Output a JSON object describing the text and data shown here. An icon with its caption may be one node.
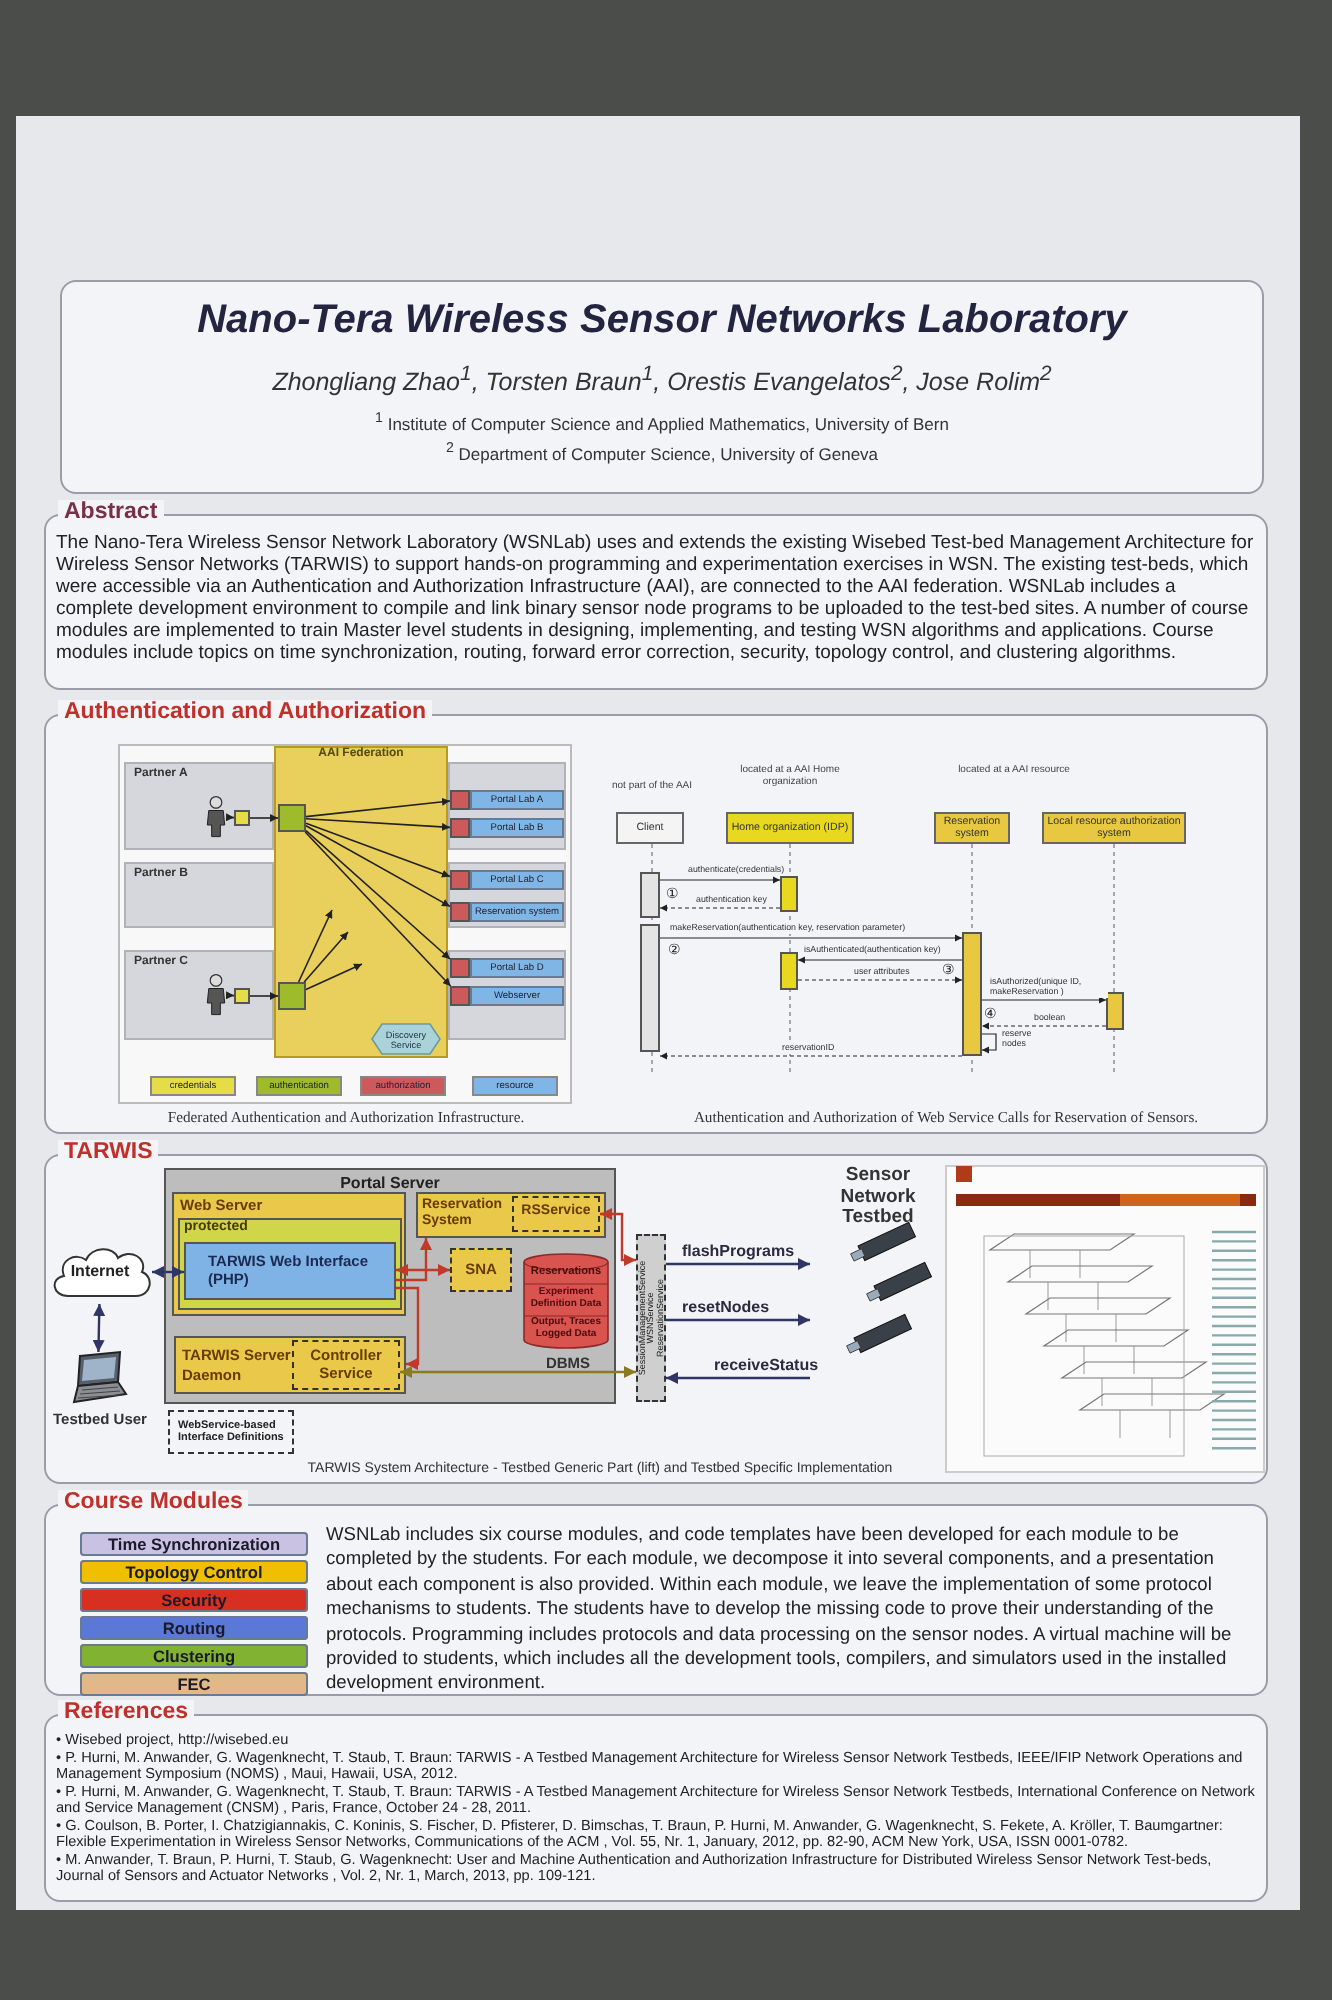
{
  "diagram": {
    "nodes": [
      {
        "text": [
          "Nano-Tera Wireless Sensor Networks Laboratory",
          "Zhongliang Zhao$^{1}$, Torsten Braun$^{1}$, Orestis Evangelatos$^{2}$, Jose Rolim$^{2}$",
          "$^{1}$ Institute of Computer Science and Applied Mathematics, University of Bern",
          "$^{2}$ Department of Computer Science, University of Geneva"
        ]
      },
      {
        "text": [
          "Abstract",
          "The Nano-Tera Wireless Sensor Network Laboratory (WSNLab) uses and extends the existing Wisebed Test-bed Management Architecture for Wireless Sensor Networks (TARWIS) to support hands-on programming and experimentation exercises in WSN. The existing test-beds, which were accessible via an Authentication and Authorization Infrastructure (AAI), are connected to the AAI federation. WSNLab includes a complete development environment to compile and link binary sensor node programs to be uploaded to the test-bed sites. A number of course modules are implemented to train Master level students in designing, implementing, and testing WSN algorithms and applications. Course modules include topics on time synchronization, routing, forward error correction, security, topology control, and clustering algorithms."
        ]
      },
      {
        "text": [
          "Authentication and Authorization"
        ]
      },
      {
        "text": [
          "Partner A"
        ],
        "in": 2
      },
      {
        "text": [
          "Partner B"
        ],
        "in": 2
      },
      {
        "text": [
          "Partner C"
        ],
        "in": 2
      },
      {
        "text": [
          "AAI Federation"
        ],
        "in": 2
      },
      {
        "text": [],
        "shape": "person",
        "in": 3
      },
      {
        "text": [],
        "shape": "box",
        "in": 3
      },
      {
        "text": [],
        "shape": "box",
        "in": 6
      },
      {
        "text": [],
        "shape": "person",
        "in": 5
      },
      {
        "text": [],
        "shape": "box",
        "in": 5
      },
      {
        "text": [],
        "shape": "box",
        "in": 6
      },
      {
        "text": [],
        "shape": "box",
        "in": 2
      },
      {
        "text": [],
        "shape": "box",
        "in": 2
      },
      {
        "text": [],
        "shape": "box",
        "in": 2
      },
      {
        "text": [],
        "shape": "box",
        "in": 2
      },
      {
        "text": [],
        "shape": "box",
        "in": 2
      },
      {
        "text": [],
        "shape": "box",
        "in": 2
      },
      {
        "text": [
          "Portal Lab A"
        ],
        "in": 2
      },
      {
        "text": [
          "Portal Lab B"
        ],
        "in": 2
      },
      {
        "text": [
          "Portal Lab C"
        ],
        "in": 2
      },
      {
        "text": [
          "Reservation system"
        ],
        "in": 2
      },
      {
        "text": [
          "Portal Lab D"
        ],
        "in": 2
      },
      {
        "text": [
          "Webserver"
        ],
        "in": 2
      },
      {
        "text": [
          "Discovery Service"
        ],
        "in": 6
      },
      {
        "text": [
          "Client"
        ],
        "in": 2,
        "beside": [
          "not part of the AAI"
        ]
      },
      {
        "text": [
          "Home organization (IDP)"
        ],
        "in": 2,
        "beside": [
          "located at a AAI Home organization"
        ]
      },
      {
        "text": [
          "Reservation system"
        ],
        "in": 2,
        "beside": [
          "located at a AAI resource"
        ]
      },
      {
        "text": [
          "Local resource authorization system"
        ],
        "in": 2
      },
      {
        "text": [],
        "shape": "bar",
        "in": 2
      },
      {
        "text": [],
        "shape": "bar",
        "in": 2
      },
      {
        "text": [],
        "shape": "bar",
        "in": 2
      },
      {
        "text": [],
        "shape": "bar",
        "in": 2
      },
      {
        "text": [],
        "shape": "bar",
        "in": 2
      },
      {
        "text": [],
        "shape": "bar",
        "in": 2
      },
      {
        "text": [
          "TARWIS"
        ]
      },
      {
        "text": [
          "Portal Server"
        ],
        "in": 36
      },
      {
        "text": [
          "Web Server"
        ],
        "in": 37
      },
      {
        "text": [
          "protected"
        ],
        "in": 38
      },
      {
        "text": [
          "TARWIS Web Interface (PHP)"
        ],
        "in": 39
      },
      {
        "text": [
          "Reservation System"
        ],
        "in": 37
      },
      {
        "text": [
          "RSService"
        ],
        "in": 41
      },
      {
        "text": [
          "SNA"
        ],
        "in": 37
      },
      {
        "text": [
          "Reservations",
          "Experiment Definition Data",
          "Output, Traces Logged Data"
        ],
        "in": 37,
        "beside": [
          "DBMS"
        ]
      },
      {
        "text": [
          "TARWIS Server Daemon"
        ],
        "in": 37
      },
      {
        "text": [
          "Controller Service"
        ],
        "in": 45
      },
      {
        "text": [
          "Internet"
        ],
        "in": 36
      },
      {
        "text": [],
        "shape": "picture",
        "in": 36,
        "beside": [
          "Testbed User"
        ]
      },
      {
        "text": [
          "SessionManagementService",
          "WSNService",
          "ReservationService"
        ],
        "in": 36
      },
      {
        "text": [
          "Sensor Network Testbed"
        ],
        "in": 36
      },
      {
        "text": [
          "Course Modules",
          "WSNLab includes six course modules, and code templates have been developed for each module to be completed by the students. For each module, we decompose it into several components, and a presentation about each component is also provided. Within each module, we leave the implementation of some protocol mechanisms to students. The students have to develop the missing code to prove their understanding of the protocols. Programming includes protocols and data processing on the sensor nodes. A virtual machine will be provided to students, which includes all the development tools, compilers, and simulators used in the installed development environment."
        ]
      },
      {
        "text": [
          "Time Synchronization"
        ],
        "in": 51
      },
      {
        "text": [
          "Topology Control"
        ],
        "in": 51
      },
      {
        "text": [
          "Security"
        ],
        "in": 51
      },
      {
        "text": [
          "Routing"
        ],
        "in": 51
      },
      {
        "text": [
          "Clustering"
        ],
        "in": 51
      },
      {
        "text": [
          "FEC"
        ],
        "in": 51
      },
      {
        "text": [
          "References",
          "• Wisebed project, http://wisebed.eu",
          "• P. Hurni, M. Anwander, G. Wagenknecht, T. Staub, T. Braun: TARWIS - A Testbed Management Architecture for Wireless Sensor Network Testbeds, IEEE/IFIP Network Operations and Management Symposium (NOMS) , Maui, Hawaii, USA, 2012.",
          "• P. Hurni, M. Anwander, G. Wagenknecht, T. Staub, T. Braun: TARWIS - A Testbed Management Architecture for Wireless Sensor Network Testbeds, International Conference on Network and Service Management (CNSM) , Paris, France, October 24 - 28, 2011.",
          "• G. Coulson, B. Porter, I. Chatzigiannakis, C. Koninis, S. Fischer, D. Pfisterer, D. Bimschas, T. Braun, P. Hurni, M. Anwander, G. Wagenknecht, S. Fekete, A. Kröller, T. Baumgartner: Flexible Experimentation in Wireless Sensor Networks, Communications of the ACM , Vol. 55, Nr. 1, January, 2012, pp. 82-90, ACM New York, USA, ISSN 0001-0782.",
          "• M. Anwander, T. Braun, P. Hurni, T. Staub, G. Wagenknecht: User and Machine Authentication and Authorization Infrastructure for Distributed Wireless Sensor Network Test-beds, Journal of Sensors and Actuator Networks , Vol. 2, Nr. 1, March, 2013, pp. 109-121."
        ]
      }
    ],
    "edges": [
      {
        "from": 7,
        "to": 8,
        "arrow": "to"
      },
      {
        "from": 8,
        "to": 9,
        "arrow": "to"
      },
      {
        "from": 10,
        "to": 11,
        "arrow": "to"
      },
      {
        "from": 11,
        "to": 12,
        "arrow": "to"
      },
      {
        "from": 9,
        "to": 13,
        "arrow": "to"
      },
      {
        "from": 9,
        "to": 14,
        "arrow": "to"
      },
      {
        "from": 9,
        "to": 15,
        "arrow": "to"
      },
      {
        "from": 9,
        "to": 16,
        "arrow": "to"
      },
      {
        "from": 9,
        "to": 17,
        "arrow": "to"
      },
      {
        "from": 9,
        "to": 18,
        "arrow": "to"
      },
      {
        "from": 12,
        "to": null,
        "arrow": "to"
      },
      {
        "from": 12,
        "to": null,
        "arrow": "to"
      },
      {
        "from": 12,
        "to": null,
        "arrow": "to"
      },
      {
        "from": 30,
        "to": 31,
        "arrow": "to",
        "label": "authenticate(credentials)"
      },
      {
        "from": 31,
        "to": 30,
        "arrow": "to",
        "label": "authentication key",
        "style": "dashed"
      },
      {
        "from": 32,
        "to": 33,
        "arrow": "to",
        "label": "makeReservation(authentication key, reservation parameter)"
      },
      {
        "from": 33,
        "to": 34,
        "arrow": "to",
        "label": "isAuthenticated(authentication key)"
      },
      {
        "from": 34,
        "to": 33,
        "arrow": "to",
        "label": "user attributes",
        "style": "dashed"
      },
      {
        "from": 33,
        "to": 35,
        "arrow": "to",
        "label": "isAuthorized(unique ID, makeReservation )"
      },
      {
        "from": 35,
        "to": 33,
        "arrow": "to",
        "label": "boolean",
        "style": "dashed"
      },
      {
        "from": 33,
        "to": 33,
        "arrow": "to",
        "label": "reserve nodes"
      },
      {
        "from": 33,
        "to": 32,
        "arrow": "to",
        "label": "reservationID",
        "style": "dashed"
      },
      {
        "from": 47,
        "to": 40,
        "arrow": "both",
        "color": "#2f3564"
      },
      {
        "from": 47,
        "to": 48,
        "arrow": "both",
        "color": "#2f3564"
      },
      {
        "from": 40,
        "to": 43,
        "arrow": "both",
        "color": "#c0392b"
      },
      {
        "from": 40,
        "to": 41,
        "arrow": "to",
        "color": "#c0392b"
      },
      {
        "from": 40,
        "to": 45,
        "arrow": "to",
        "color": "#c0392b"
      },
      {
        "from": 42,
        "to": 49,
        "arrow": "both",
        "color": "#c0392b"
      },
      {
        "from": 46,
        "to": 49,
        "arrow": "both",
        "color": "#8a7a20"
      },
      {
        "from": 49,
        "to": 50,
        "arrow": "to",
        "label": "flashPrograms",
        "color": "#2f3564"
      },
      {
        "from": 49,
        "to": 50,
        "arrow": "to",
        "label": "resetNodes",
        "color": "#2f3564"
      },
      {
        "from": 50,
        "to": 49,
        "arrow": "to",
        "label": "receiveStatus",
        "color": "#2f3564"
      }
    ],
    "labels": [
      "①",
      "②",
      "③",
      "④",
      "Federated Authentication and Authorization Infrastructure.",
      "Authentication and Authorization of Web Service Calls for Reservation of Sensors.",
      "TARWIS System Architecture - Testbed Generic Part (lift) and Testbed Specific Implementation"
    ],
    "legend": [
      {
        "text": "credentials",
        "color": "#e6dc4a"
      },
      {
        "text": "authentication",
        "color": "#9dbb2a"
      },
      {
        "text": "authorization",
        "color": "#cc5a5a"
      },
      {
        "text": "resource",
        "color": "#7fb6e6"
      },
      {
        "text": "WebService-based Interface Definitions"
      }
    ]
  }
}
